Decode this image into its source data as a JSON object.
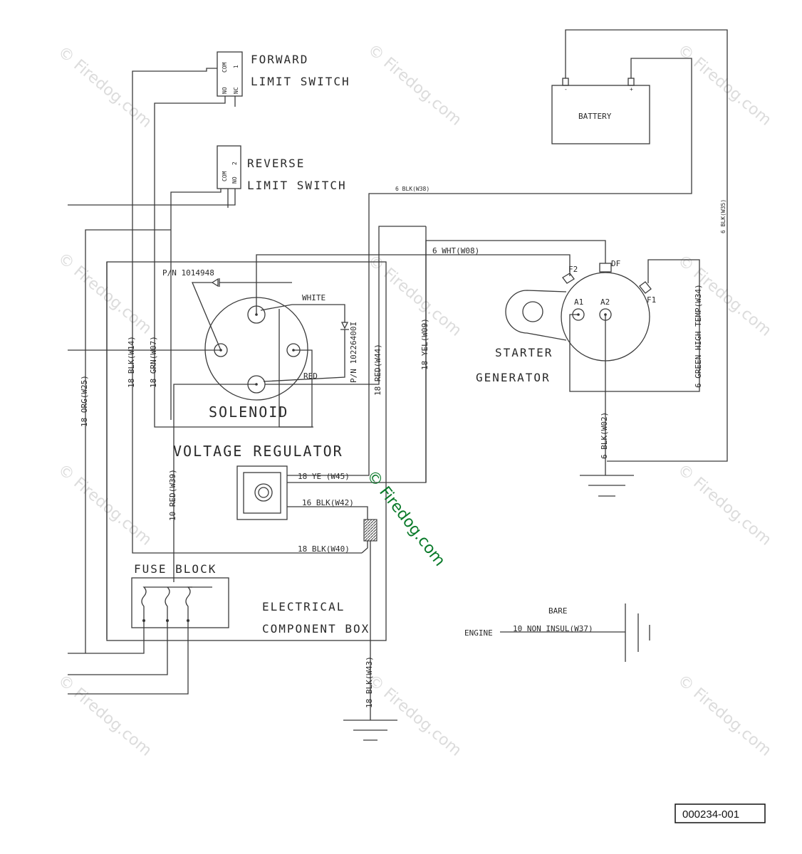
{
  "labels": {
    "forward_switch_line1": "FORWARD",
    "forward_switch_line2": "LIMIT SWITCH",
    "forward_pin_com": "COM",
    "forward_pin_1": "1",
    "forward_pin_no": "NO",
    "forward_pin_nc": "NC",
    "reverse_switch_line1": "REVERSE",
    "reverse_switch_line2": "LIMIT SWITCH",
    "reverse_pin_com": "COM",
    "reverse_pin_2": "2",
    "reverse_pin_no": "NO",
    "battery": "BATTERY",
    "battery_neg": "-",
    "battery_pos": "+",
    "solenoid": "SOLENOID",
    "voltage_regulator": "VOLTAGE REGULATOR",
    "fuse_block": "FUSE BLOCK",
    "electrical_box_line1": "ELECTRICAL",
    "electrical_box_line2": "COMPONENT BOX",
    "starter_line1": "STARTER",
    "starter_line2": "GENERATOR",
    "pn_diode1": "P/N 1014948",
    "pn_diode2": "P/N 10226400I",
    "white": "WHITE",
    "red": "RED",
    "terminal_f2": "F2",
    "terminal_df": "DF",
    "terminal_f1": "F1",
    "terminal_a1": "A1",
    "terminal_a2": "A2",
    "bare": "BARE",
    "engine": "ENGINE"
  },
  "wires": {
    "w38": "6 BLK(W38)",
    "w35": "6 BLK(W35)",
    "w08": "6 WHT(W08)",
    "w34": "6 GREEN HIGH TEMP(W34)",
    "w02": "6 BLK(W02)",
    "w09": "18 YEL(W09)",
    "w44": "18 RED(W44)",
    "w14": "18 BLK(W14)",
    "w07": "18 GRN(W07)",
    "w25": "18 ORG(W25)",
    "w39": "10 RED(W39)",
    "w45": "18 YE (W45)",
    "w42": "16 BLK(W42)",
    "w40": "18 BLK(W40)",
    "w43": "18 BLK(W43)",
    "w37": "10 NON INSUL(W37)"
  },
  "watermark": {
    "text": "© Firedog.com",
    "center": "© Firedog.com"
  },
  "part_number": "000234-001",
  "colors": {
    "wire": "#3a3a3a",
    "watermark": "#dcdcdc",
    "watermark_center": "#0a7a2a",
    "fuse_hatch": "#666666"
  }
}
